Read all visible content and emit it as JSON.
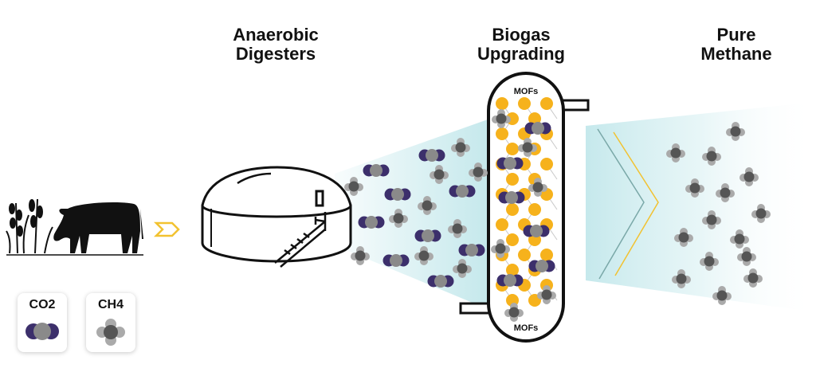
{
  "stages": [
    {
      "line1": "Anaerobic",
      "line2": "Digesters"
    },
    {
      "line1": "Biogas",
      "line2": "Upgrading"
    },
    {
      "line1": "Pure",
      "line2": "Methane"
    }
  ],
  "column": {
    "top_label": "MOFs",
    "bottom_label": "MOFs"
  },
  "legend": [
    {
      "label": "CO2",
      "molecule": "co2"
    },
    {
      "label": "CH4",
      "molecule": "ch4"
    }
  ],
  "colors": {
    "co2": "#3c2f6b",
    "co2_center": "#8a8a8a",
    "ch4_center": "#555555",
    "ch4_outer": "#aaaaaa",
    "mof": "#f6b21c",
    "arrow": "#f2c230",
    "beam": "#bfe6ea",
    "outline": "#111111"
  },
  "icons": [
    "plants-icon",
    "cow-icon",
    "flow-arrow-icon",
    "digester-icon",
    "column-icon",
    "chevron-icon"
  ]
}
